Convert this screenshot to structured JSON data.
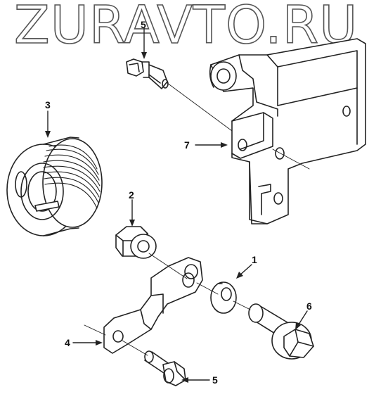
{
  "watermark": {
    "text": "ZURAVTO.RU"
  },
  "callouts": [
    {
      "id": "label-5-top",
      "text": "5"
    },
    {
      "id": "label-3",
      "text": "3"
    },
    {
      "id": "label-7",
      "text": "7"
    },
    {
      "id": "label-2",
      "text": "2"
    },
    {
      "id": "label-1",
      "text": "1"
    },
    {
      "id": "label-6",
      "text": "6"
    },
    {
      "id": "label-4",
      "text": "4"
    },
    {
      "id": "label-5-bottom",
      "text": "5"
    }
  ],
  "colors": {
    "line": "#222222",
    "shade": "#cfcfcf",
    "background": "#ffffff"
  }
}
